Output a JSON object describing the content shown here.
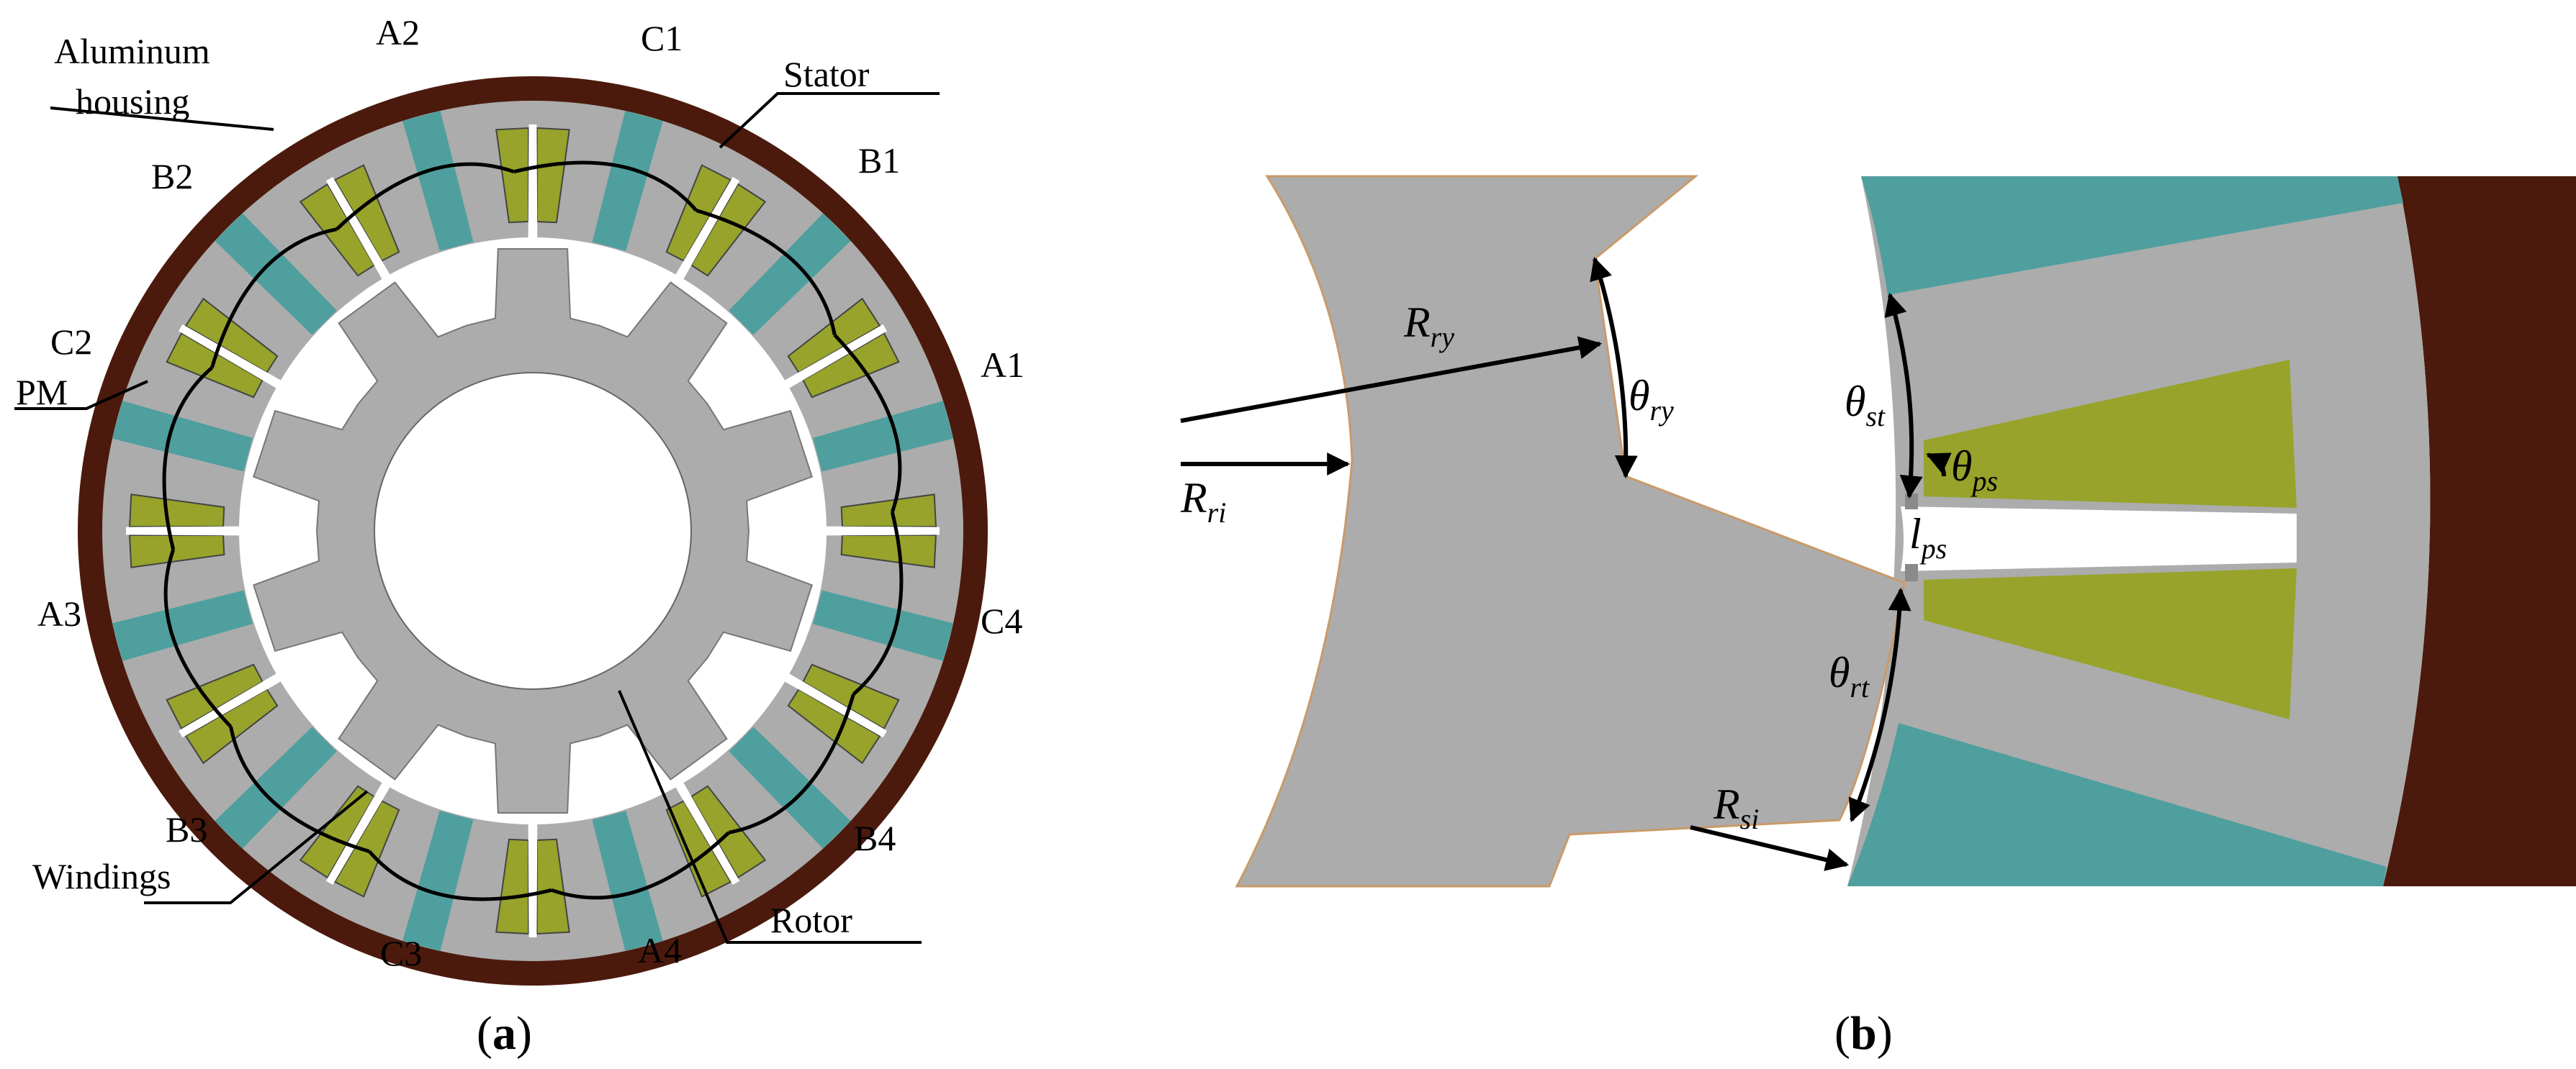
{
  "colors": {
    "housing": "#4b1a0c",
    "stator": "#acacac",
    "pm": "#4f9f9e",
    "winding": "#97a32a",
    "rotor": "#acacac",
    "background": "#ffffff",
    "outline": "#000000",
    "rotor_edge": "#c99a6a"
  },
  "panel_a": {
    "labels": {
      "housing_l1": "Aluminum",
      "housing_l2": "housing",
      "stator": "Stator",
      "pm": "PM",
      "windings": "Windings",
      "rotor": "Rotor"
    },
    "phases": {
      "A1": "A1",
      "A2": "A2",
      "A3": "A3",
      "A4": "A4",
      "B1": "B1",
      "B2": "B2",
      "B3": "B3",
      "B4": "B4",
      "C1": "C1",
      "C2": "C2",
      "C3": "C3",
      "C4": "C4"
    },
    "caption": {
      "open": "(",
      "letter": "a",
      "close": ")"
    }
  },
  "panel_b": {
    "symbols": {
      "R_ry": {
        "main": "R",
        "sub": "ry"
      },
      "R_ri": {
        "main": "R",
        "sub": "ri"
      },
      "R_si": {
        "main": "R",
        "sub": "si"
      },
      "th_ry": {
        "main": "θ",
        "sub": "ry"
      },
      "th_st": {
        "main": "θ",
        "sub": "st"
      },
      "th_ps": {
        "main": "θ",
        "sub": "ps"
      },
      "th_rt": {
        "main": "θ",
        "sub": "rt"
      },
      "l_ps": {
        "main": "l",
        "sub": "ps"
      }
    },
    "caption": {
      "open": "(",
      "letter": "b",
      "close": ")"
    }
  }
}
